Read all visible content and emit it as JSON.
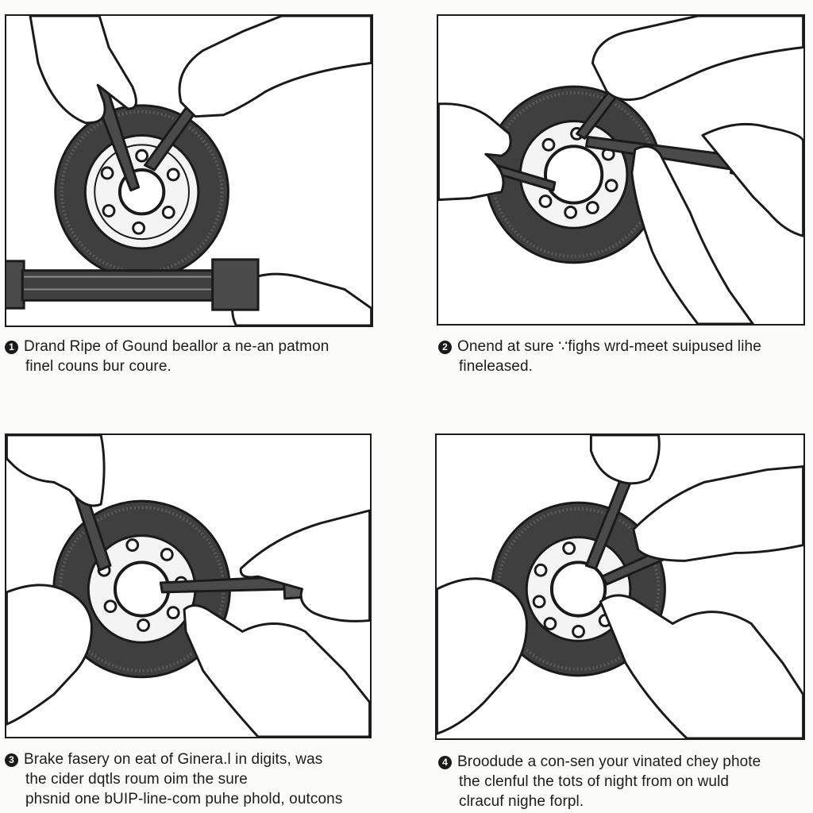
{
  "steps": [
    {
      "number": "1",
      "caption_line1": "Drand Ripe of Gound beallor a ne-an patmon",
      "caption_line2": "finel couns bur coure."
    },
    {
      "number": "2",
      "caption_line1": "Onend at sure ∵fighs wrd-meet suipused lihe",
      "caption_line2": "fineleased."
    },
    {
      "number": "3",
      "caption_line1": "Brake fasery on eat of Ginera.l in digits, was",
      "caption_line2": "the cider dqtls roum oim the sure",
      "caption_line3": "phsnid one bUIP-line-com puhe phold, outcons"
    },
    {
      "number": "4",
      "caption_line1": "Broodude a con-sen your vinated chey phote",
      "caption_line2": "the clenful the tots of night from on wuld",
      "caption_line3": "clracuf nighe forpl."
    }
  ],
  "colors": {
    "tire": "#3f3f3f",
    "tire_tread": "#5a5a5a",
    "wheel": "#f4f4f4",
    "tool": "#4a4a4a",
    "ink": "#1a1a1a",
    "skin": "#ffffff"
  }
}
